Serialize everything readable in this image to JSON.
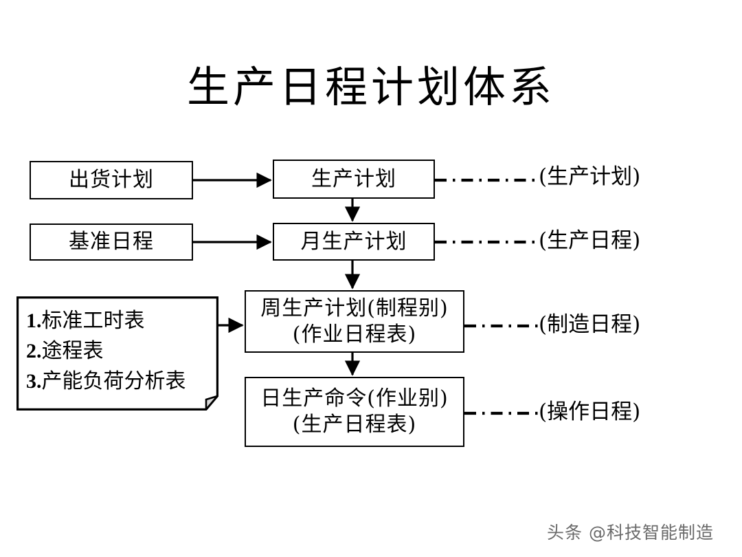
{
  "page": {
    "title": "生产日程计划体系",
    "background_color": "#ffffff",
    "line_color": "#000000"
  },
  "nodes": {
    "shipping_plan": {
      "label": "出货计划"
    },
    "base_schedule": {
      "label": "基准日程"
    },
    "prod_plan": {
      "label": "生产计划"
    },
    "month_plan": {
      "label": "月生产计划"
    },
    "week_plan": {
      "line1": "周生产计划(制程别)",
      "line2": "(作业日程表)"
    },
    "day_order": {
      "line1": "日生产命令(作业别)",
      "line2": "(生产日程表)"
    },
    "standards_doc": {
      "items": [
        {
          "num": "1.",
          "text": "标准工时表"
        },
        {
          "num": "2.",
          "text": "途程表"
        },
        {
          "num": "3.",
          "text": "产能负荷分析表"
        }
      ]
    }
  },
  "side_labels": {
    "prod_plan": "(生产计划)",
    "prod_schedule": "(生产日程)",
    "mfg_schedule": "(制造日程)",
    "op_schedule": "(操作日程)"
  },
  "connectors": [
    {
      "name": "shipping-plan-to-prod-plan",
      "style": "solid-arrow",
      "from": "shipping_plan",
      "to": "prod_plan"
    },
    {
      "name": "base-schedule-to-month-plan",
      "style": "solid-arrow",
      "from": "base_schedule",
      "to": "month_plan"
    },
    {
      "name": "prod-plan-to-month-plan",
      "style": "solid-arrow",
      "from": "prod_plan",
      "to": "month_plan"
    },
    {
      "name": "month-plan-to-week-plan",
      "style": "solid-arrow",
      "from": "month_plan",
      "to": "week_plan"
    },
    {
      "name": "standards-doc-to-week-plan",
      "style": "solid-arrow",
      "from": "standards_doc",
      "to": "week_plan"
    },
    {
      "name": "week-plan-to-day-order",
      "style": "solid-arrow",
      "from": "week_plan",
      "to": "day_order"
    },
    {
      "name": "prod-plan-to-label",
      "style": "dash-dot",
      "from": "prod_plan",
      "to": "label_prod_plan"
    },
    {
      "name": "month-plan-to-label",
      "style": "dash-dot",
      "from": "month_plan",
      "to": "label_prod_schedule"
    },
    {
      "name": "week-plan-to-label",
      "style": "dash-dot",
      "from": "week_plan",
      "to": "label_mfg_schedule"
    },
    {
      "name": "day-order-to-label",
      "style": "dash-dot",
      "from": "day_order",
      "to": "label_op_schedule"
    }
  ],
  "watermark": {
    "text": "头条 @科技智能制造"
  }
}
